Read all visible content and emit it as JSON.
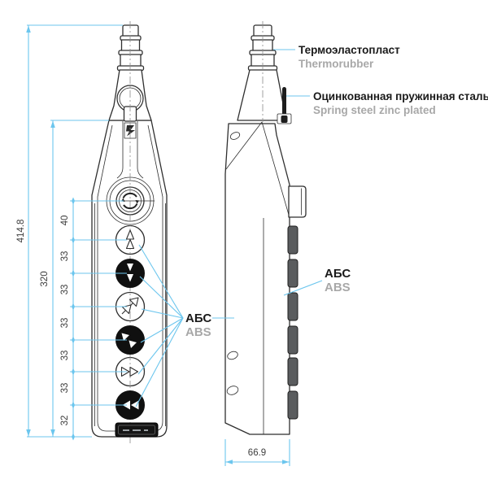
{
  "drawing": {
    "title": "pendant-control-station-dimension-drawing",
    "views": [
      "front",
      "side"
    ]
  },
  "dimensions": {
    "overall_height": "414.8",
    "body_height": "320",
    "chain": [
      "40",
      "33",
      "33",
      "33",
      "33",
      "33",
      "32"
    ],
    "depth": "66.9"
  },
  "callouts": {
    "thermorubber": {
      "ru": "Термоэластопласт",
      "en": "Thermorubber"
    },
    "spring_steel": {
      "ru": "Оцинкованная пружинная сталь",
      "en": "Spring steel zinc plated"
    },
    "abs_front": {
      "ru": "АБС",
      "en": "ABS"
    },
    "abs_side": {
      "ru": "АБС",
      "en": "ABS"
    }
  },
  "buttons": [
    {
      "name": "emergency-stop",
      "color": "white",
      "icon": "twist-release-icon"
    },
    {
      "name": "up",
      "color": "white",
      "icon": "double-arrow-up-icon"
    },
    {
      "name": "down",
      "color": "black",
      "icon": "double-arrow-down-icon"
    },
    {
      "name": "diagonal-up",
      "color": "white",
      "icon": "double-arrow-up-right-icon"
    },
    {
      "name": "diagonal-down",
      "color": "black",
      "icon": "double-arrow-down-right-icon"
    },
    {
      "name": "right",
      "color": "white",
      "icon": "double-arrow-right-icon"
    },
    {
      "name": "left",
      "color": "black",
      "icon": "double-arrow-left-icon"
    }
  ],
  "colors": {
    "dimension_line": "#6cc6ee",
    "dimension_text": "#3e3e3e",
    "outline": "#2f2f2f",
    "label_primary": "#1a1a1a",
    "label_secondary": "#a8a8a8",
    "button_dark": "#101010",
    "side_button": "#5a5c5e"
  }
}
